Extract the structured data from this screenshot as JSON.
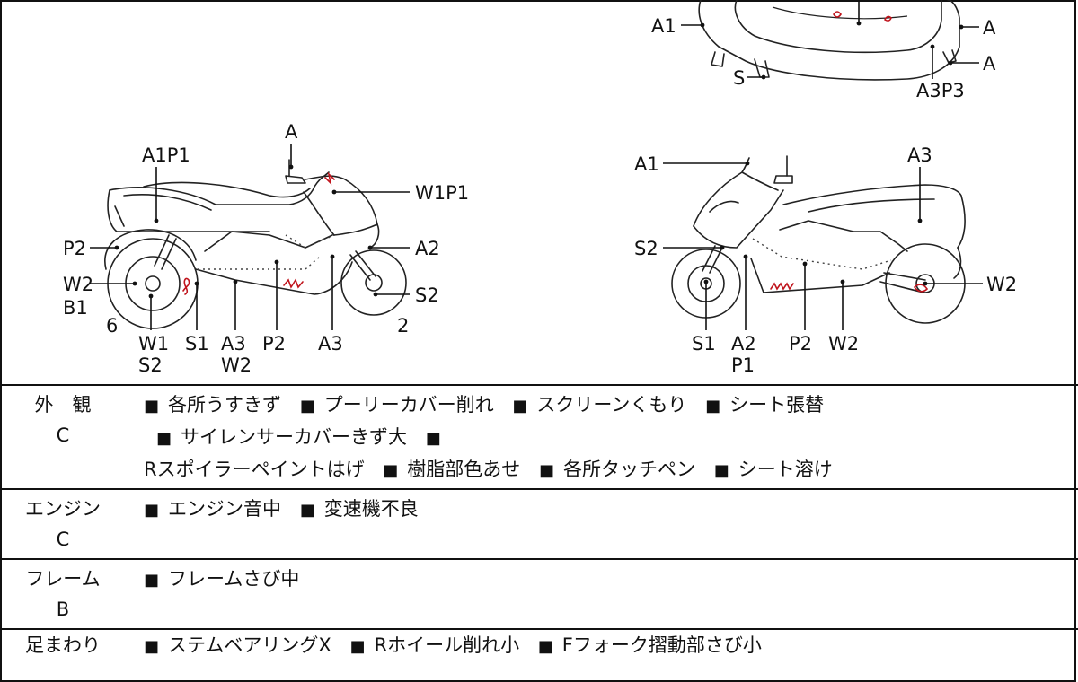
{
  "diagram": {
    "top_view_labels": [
      "A1",
      "S",
      "A",
      "A",
      "A3P3"
    ],
    "left_view_labels": [
      "A",
      "A1P1",
      "W1P1",
      "P2",
      "A2",
      "W2",
      "B1",
      "S2",
      "6",
      "W1",
      "S2",
      "S1",
      "A3",
      "W2",
      "P2",
      "A3",
      "2"
    ],
    "right_view_labels": [
      "A1",
      "A3",
      "S2",
      "W2",
      "S1",
      "A2",
      "P1",
      "P2",
      "W2"
    ]
  },
  "table": {
    "rows": [
      {
        "category": "外　観",
        "grade": "C",
        "items": [
          "各所うすきず",
          "プーリーカバー削れ",
          "スクリーンくもり",
          "シート張替",
          "サイレンサーカバーきず大",
          "",
          "Rスポイラーペイントはげ",
          "樹脂部色あせ",
          "各所タッチペン",
          "シート溶け"
        ]
      },
      {
        "category": "エンジン",
        "grade": "C",
        "items": [
          "エンジン音中",
          "変速機不良"
        ]
      },
      {
        "category": "フレーム",
        "grade": "B",
        "items": [
          "フレームさび中"
        ]
      },
      {
        "category": "足まわり",
        "grade": "",
        "items": [
          "ステムベアリングX",
          "Rホイール削れ小",
          "Fフォーク摺動部さび小"
        ]
      }
    ]
  }
}
